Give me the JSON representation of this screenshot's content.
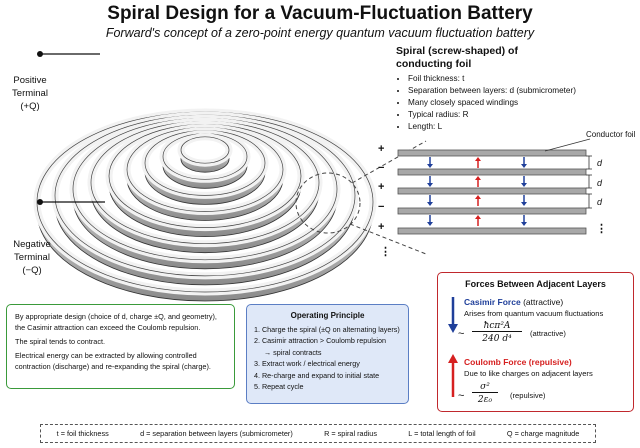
{
  "title": "Spiral Design for a Vacuum-Fluctuation Battery",
  "subtitle": "Forward's concept of a zero-point energy quantum vacuum fluctuation battery",
  "positive_terminal": {
    "line1": "Positive",
    "line2": "Terminal",
    "line3": "(+Q)"
  },
  "negative_terminal": {
    "line1": "Negative",
    "line2": "Terminal",
    "line3": "(−Q)"
  },
  "spiral_heading": {
    "line1": "Spiral (screw-shaped) of",
    "line2": "conducting foil"
  },
  "spiral_props": [
    "Foil thickness: t",
    "Separation between layers: d (submicrometer)",
    "Many closely spaced windings",
    "Typical radius: R",
    "Length: L"
  ],
  "conductor_foil_label": "Conductor foil",
  "layer_signs": [
    "+",
    "−",
    "+",
    "−",
    "+",
    "⋮"
  ],
  "gap_label": "d",
  "dots": "⋮",
  "green_box": [
    "By appropriate design (choice of d, charge ±Q, and geometry), the Casimir attraction can exceed the Coulomb repulsion.",
    "The spiral tends to contract.",
    "Electrical energy can be extracted by allowing controlled contraction (discharge) and re-expanding the spiral (charge)."
  ],
  "operating_principle": {
    "heading": "Operating Principle",
    "steps": [
      "1. Charge the spiral (±Q on alternating layers)",
      "2. Casimir attraction > Coulomb repulsion",
      "→ spiral contracts",
      "3. Extract work / electrical energy",
      "4. Re-charge and expand to initial state",
      "5. Repeat cycle"
    ]
  },
  "forces": {
    "heading": "Forces Between Adjacent Layers",
    "casimir_name": "Casimir Force",
    "casimir_kind": "(attractive)",
    "casimir_desc": "Arises from quantum vacuum fluctuations",
    "casimir_tilde": "~",
    "casimir_num": "ħcπ²A",
    "casimir_den": "240 d⁴",
    "casimir_tag": "(attractive)",
    "coulomb_name": "Coulomb Force",
    "coulomb_kind": "(repulsive)",
    "coulomb_desc": "Due to like charges on adjacent layers",
    "coulomb_tilde": "~",
    "coulomb_num": "σ²",
    "coulomb_den": "2ε₀",
    "coulomb_tag": "(repulsive)"
  },
  "legend": [
    "t = foil thickness",
    "d = separation between layers (submicrometer)",
    "R = spiral radius",
    "L = total length of foil",
    "Q = charge magnitude"
  ],
  "colors": {
    "casimir": "#1f3f9a",
    "coulomb": "#d62020",
    "green": "#3a9a3a",
    "blue_box_bg": "#dfe8f8",
    "foil": "#a8a8a8"
  }
}
